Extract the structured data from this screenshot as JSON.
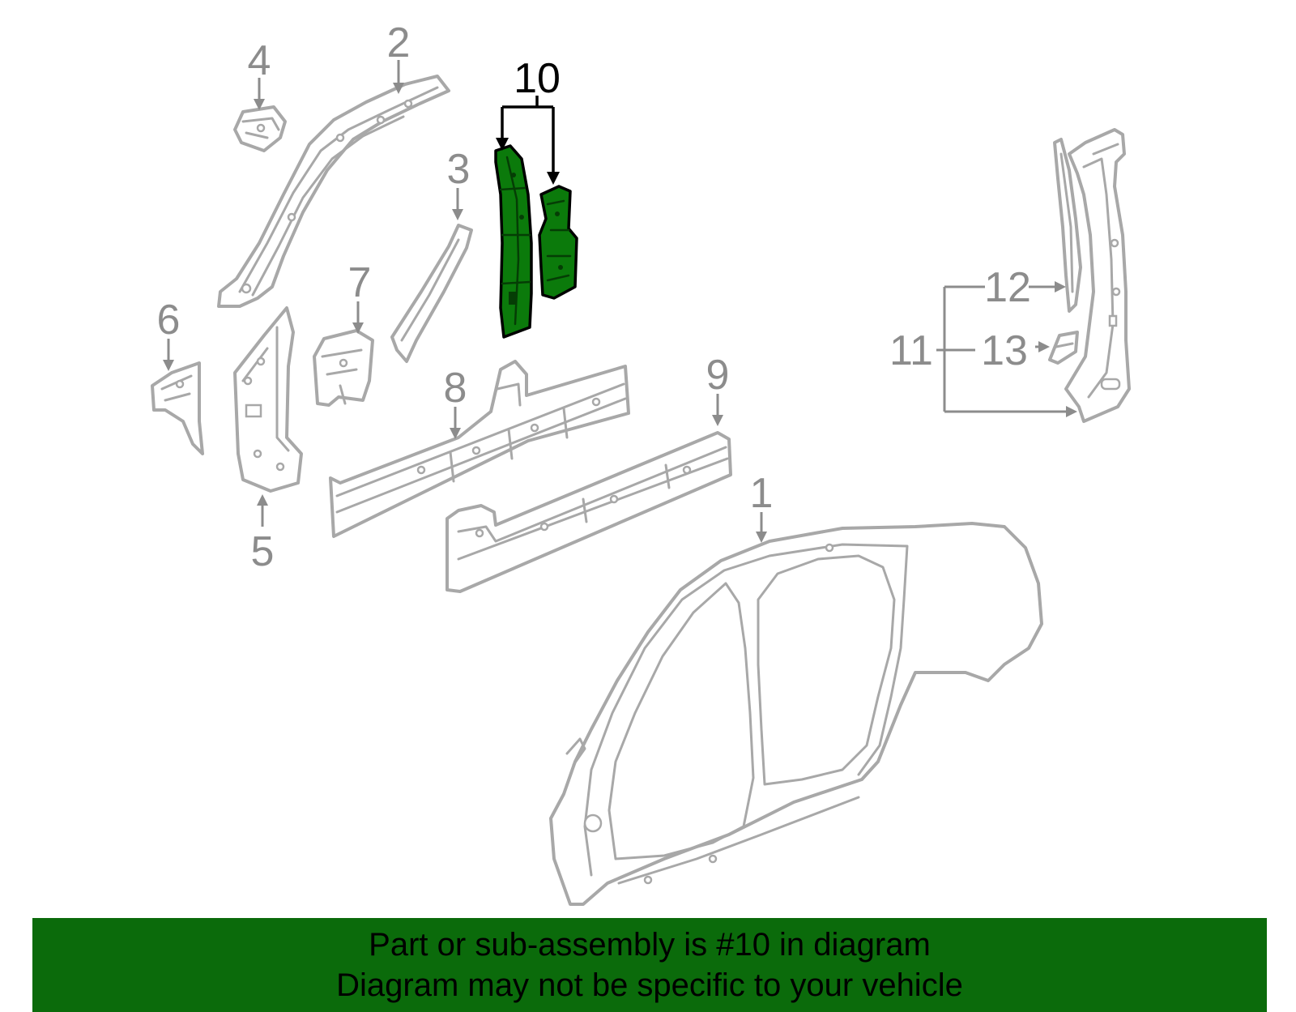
{
  "diagram": {
    "callouts": {
      "c1": "1",
      "c2": "2",
      "c3": "3",
      "c4": "4",
      "c5": "5",
      "c6": "6",
      "c7": "7",
      "c8": "8",
      "c9": "9",
      "c10": "10",
      "c11": "11",
      "c12": "12",
      "c13": "13"
    },
    "highlighted_callout": "10",
    "colors": {
      "highlight_fill": "#0b7a0b",
      "part_outline": "#a8a8a8",
      "callout_text": "#8c8c8c",
      "highlight_callout_text": "#000000",
      "banner_background": "#0b6b0b"
    }
  },
  "banner": {
    "line1": "Part or sub-assembly is #10 in diagram",
    "line2": "Diagram may not be specific to your vehicle"
  }
}
